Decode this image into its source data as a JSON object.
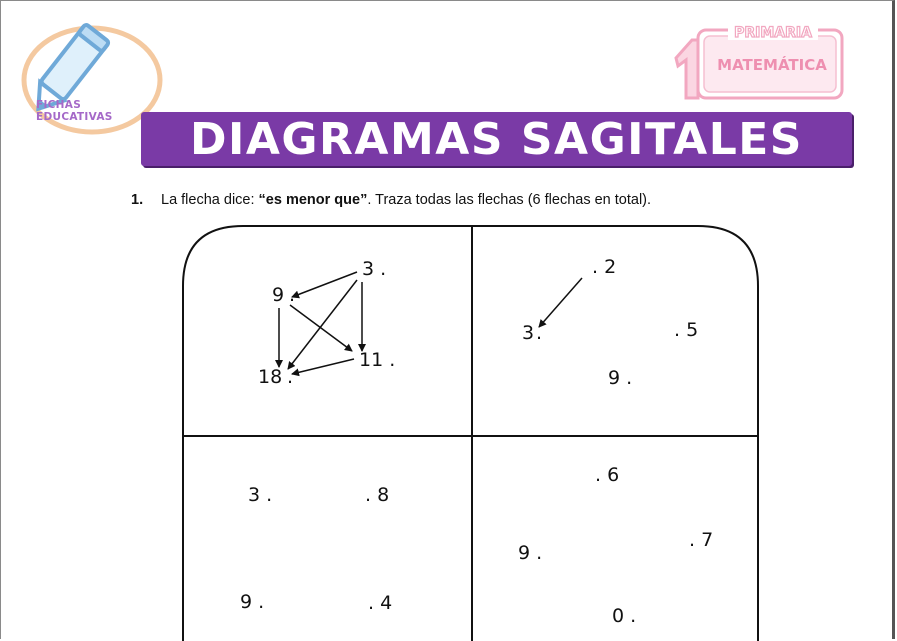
{
  "logo": {
    "line1": "FICHAS",
    "line2": "EDUCATIVAS",
    "icon": "pencil-icon"
  },
  "badge": {
    "grade": "1",
    "level": "PRIMARIA",
    "subject": "MATEMÁTICA"
  },
  "title": "DIAGRAMAS SAGITALES",
  "question": {
    "number": "1.",
    "prefix": "La flecha dice: ",
    "quote": "“es menor que”",
    "suffix": ". Traza todas las flechas (6 flechas en total)."
  },
  "colors": {
    "title_bg": "#7a3aa6",
    "logo_accent": "#a569c8",
    "badge_pink": "#f2a7c0"
  },
  "panels": [
    {
      "id": "top-left",
      "labels": [
        "3 .",
        "9",
        "11 .",
        "18"
      ]
    },
    {
      "id": "top-right",
      "labels": [
        ". 2",
        "3",
        ". 5",
        "9 ."
      ]
    },
    {
      "id": "bottom-left",
      "labels": [
        "3 .",
        ". 8",
        "9 .",
        ". 4"
      ]
    },
    {
      "id": "bottom-right",
      "labels": [
        ". 6",
        "9 .",
        ". 7",
        "0 ."
      ]
    }
  ]
}
